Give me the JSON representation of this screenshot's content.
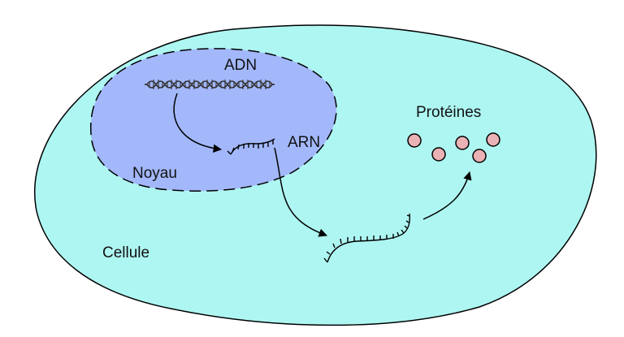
{
  "labels": {
    "dna": "ADN",
    "nucleus": "Noyau",
    "rna": "ARN",
    "proteins": "Protéines",
    "cell": "Cellule"
  },
  "colors": {
    "cell_fill": "#aef6f2",
    "nucleus_fill": "#a3b8fb",
    "protein_fill": "#ebb2b5",
    "stroke": "#000000"
  }
}
